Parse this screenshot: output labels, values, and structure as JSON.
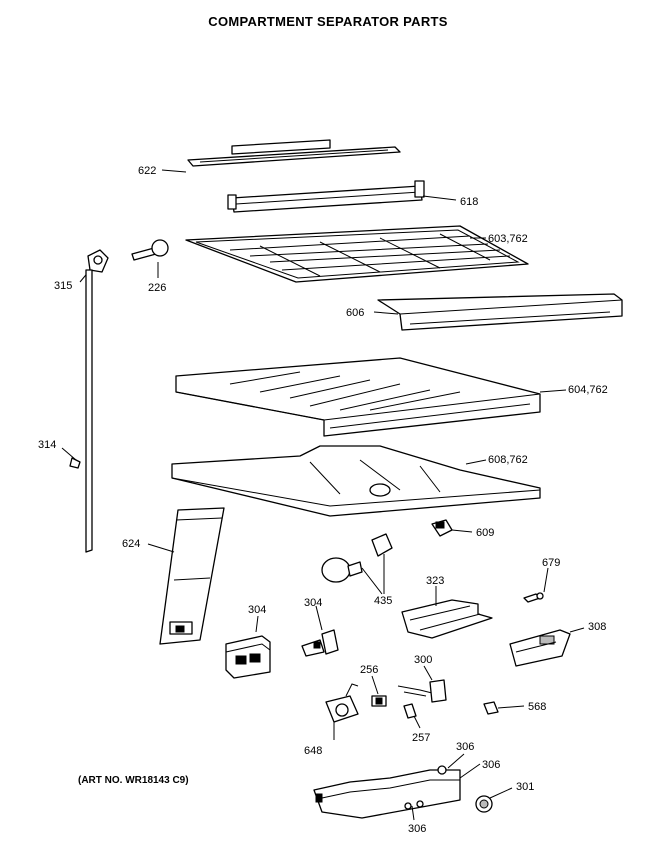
{
  "title": "COMPARTMENT SEPARATOR PARTS",
  "art_number": "(ART NO. WR18143 C9)",
  "callouts": {
    "c622": "622",
    "c618": "618",
    "c603": "603,762",
    "c315": "315",
    "c226": "226",
    "c606": "606",
    "c604": "604,762",
    "c314": "314",
    "c608": "608,762",
    "c609": "609",
    "c624": "624",
    "c679": "679",
    "c435": "435",
    "c323": "323",
    "c304a": "304",
    "c304b": "304",
    "c308": "308",
    "c256": "256",
    "c300": "300",
    "c568": "568",
    "c648": "648",
    "c257": "257",
    "c306a": "306",
    "c306b": "306",
    "c306c": "306",
    "c301": "301"
  }
}
